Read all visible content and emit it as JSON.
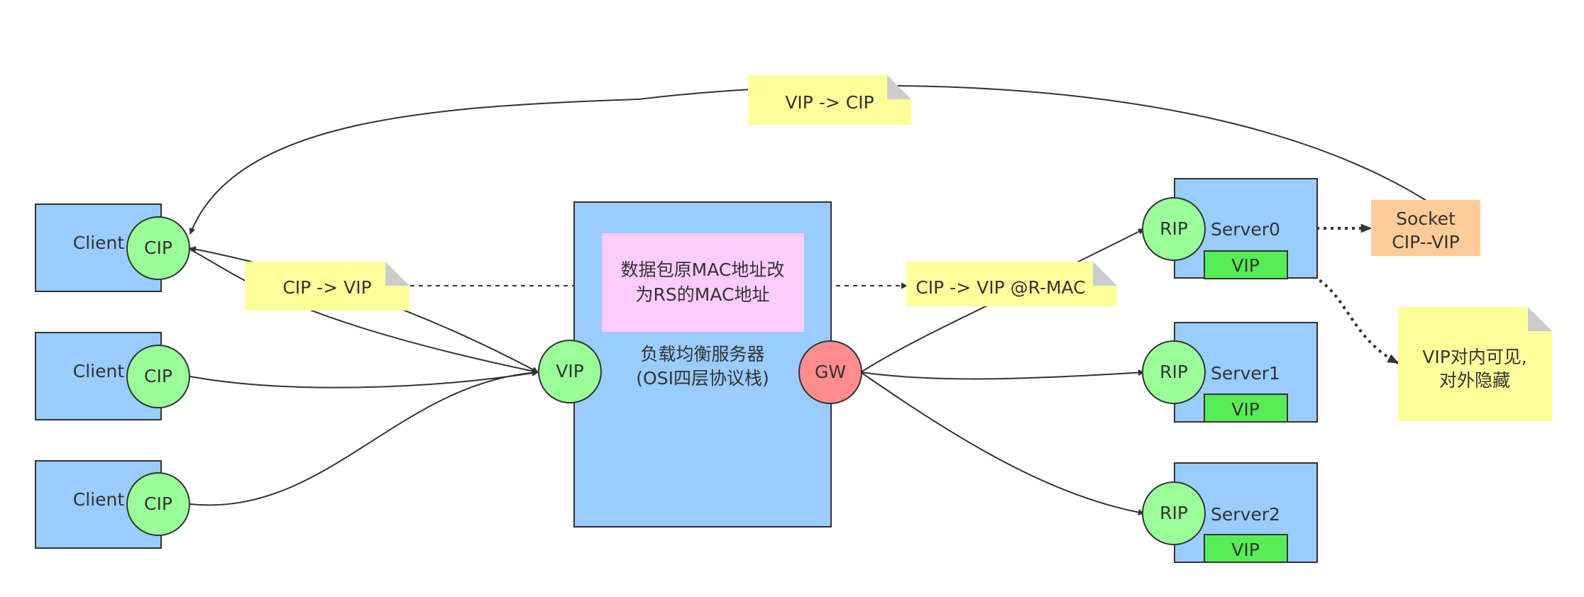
{
  "clients": [
    {
      "label": "Client",
      "ip": "CIP"
    },
    {
      "label": "Client",
      "ip": "CIP"
    },
    {
      "label": "Client",
      "ip": "CIP"
    }
  ],
  "load_balancer": {
    "line1": "负载均衡服务器",
    "line2": "(OSI四层协议栈)",
    "vip": "VIP",
    "gw": "GW",
    "mac_note_line1": "数据包原MAC地址改",
    "mac_note_line2": "为RS的MAC地址"
  },
  "servers": [
    {
      "label": "Server0",
      "rip": "RIP",
      "vip": "VIP"
    },
    {
      "label": "Server1",
      "rip": "RIP",
      "vip": "VIP"
    },
    {
      "label": "Server2",
      "rip": "RIP",
      "vip": "VIP"
    }
  ],
  "notes": {
    "return_path": "VIP -> CIP",
    "request_path": "CIP -> VIP",
    "forward_path": "CIP -> VIP @R-MAC",
    "socket_line1": "Socket",
    "socket_line2": "CIP--VIP",
    "vip_visibility_line1": "VIP对内可见,",
    "vip_visibility_line2": "对外隐藏"
  },
  "colors": {
    "box_blue": "#99ccff",
    "circle_green": "#99ff99",
    "gw_red": "#ff8c8c",
    "vip_green": "#55ee55",
    "note_yellow": "#ffff99",
    "mac_note_pink": "#ffccff",
    "socket_orange": "#ffcc99"
  }
}
